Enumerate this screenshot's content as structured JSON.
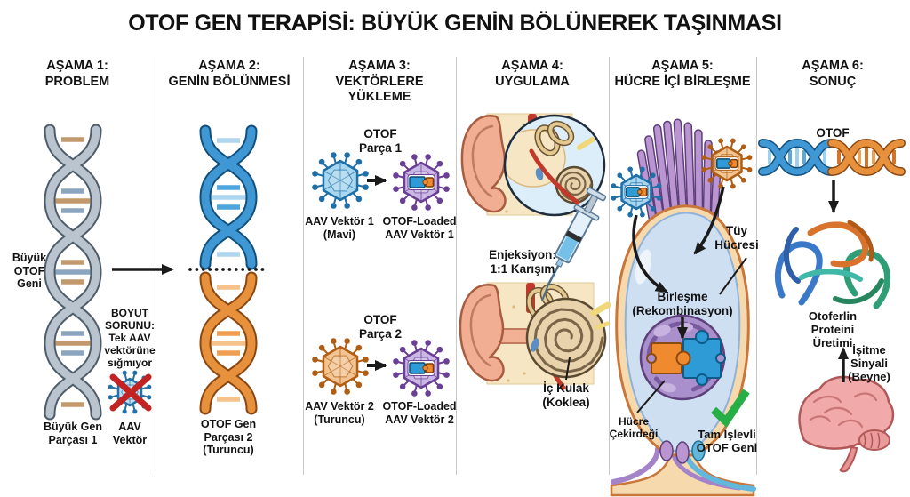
{
  "title": "OTOF GEN TERAPİSİ: BÜYÜK GENİN BÖLÜNEREK TAŞINMASI",
  "colors": {
    "blue_gene": "#3f97d3",
    "orange_gene": "#e8913c",
    "gray_gene": "#b9c4ce",
    "purple_vector_fill": "#cbb7e4",
    "purple_vector_stroke": "#6a3f96",
    "blue_vector_fill": "#a9d7ef",
    "blue_vector_stroke": "#1f6fa8",
    "orange_vector_fill": "#f2c492",
    "orange_vector_stroke": "#b05e14",
    "check_green": "#27ae46",
    "x_red": "#c32222",
    "ink": "#1a1a1a"
  },
  "panels": [
    {
      "header": "AŞAMA 1:\nPROBLEM",
      "labels": {
        "gene": "Büyük\nOTOF\nGeni",
        "size_problem": "BOYUT\nSORUNU:\nTek AAV\nvektörüne\nsığmıyor",
        "fragment1": "Büyük Gen\nParçası 1",
        "aav": "AAV\nVektör"
      }
    },
    {
      "header": "AŞAMA 2:\nGENİN BÖLÜNMESİ",
      "labels": {
        "fragment2": "OTOF Gen\nParçası 2\n(Turuncu)"
      }
    },
    {
      "header": "AŞAMA 3:\nVEKTÖRLERE\nYÜKLEME",
      "labels": {
        "part1": "OTOF\nParça 1",
        "vector1": "AAV Vektör 1\n(Mavi)",
        "loaded1": "OTOF-Loaded\nAAV Vektör 1",
        "part2": "OTOF\nParça 2",
        "vector2": "AAV Vektör 2\n(Turuncu)",
        "loaded2": "OTOF-Loaded\nAAV Vektör 2"
      }
    },
    {
      "header": "AŞAMA 4:\nUYGULAMA",
      "labels": {
        "injection": "Enjeksiyon:\n1:1 Karışım",
        "cochlea": "İç Kulak\n(Koklea)"
      }
    },
    {
      "header": "AŞAMA 5:\nHÜCRE İÇİ BİRLEŞME",
      "labels": {
        "hair_cell": "Tüy\nHücresi",
        "merge": "Birleşme\n(Rekombinasyon)",
        "nucleus": "Hücre\nÇekirdeği",
        "functional": "Tam İşlevli\nOTOF Geni"
      }
    },
    {
      "header": "AŞAMA 6:\nSONUÇ",
      "labels": {
        "otof": "OTOF",
        "protein": "Otoferlin Proteini\nÜretimi",
        "signal": "İşitme\nSinyali\n(Beyne)"
      }
    }
  ]
}
